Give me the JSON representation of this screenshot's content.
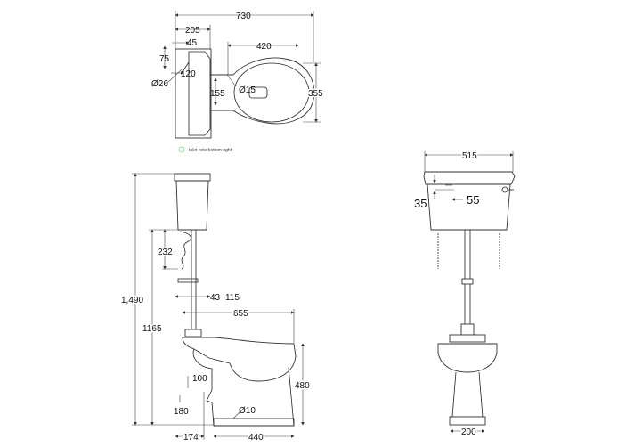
{
  "plan_view": {
    "overall_length": "730",
    "cistern_depth": "205",
    "inlet_offset_x": "45",
    "inlet_offset_y": "75",
    "inlet_depth": "120",
    "inlet_diameter": "Ø26",
    "bowl_length": "420",
    "fixing_spacing": "155",
    "fixing_diameter": "Ø15",
    "bowl_width": "355",
    "legend_text": "Inlet hole bottom right",
    "legend_color": "#7fd07f"
  },
  "side_view": {
    "overall_height": "1,490",
    "cistern_underside_height": "1165",
    "bracket_height": "232",
    "pipe_offset": "43~115",
    "projection": "655",
    "seat_height": "480",
    "outlet_height_a": "100",
    "outlet_height_b": "180",
    "floor_fixing_diameter": "Ø10",
    "outlet_to_wall": "174",
    "base_length": "440"
  },
  "front_view": {
    "cistern_width": "515",
    "inlet_height": "35",
    "inlet_offset": "55",
    "pedestal_width": "200"
  }
}
